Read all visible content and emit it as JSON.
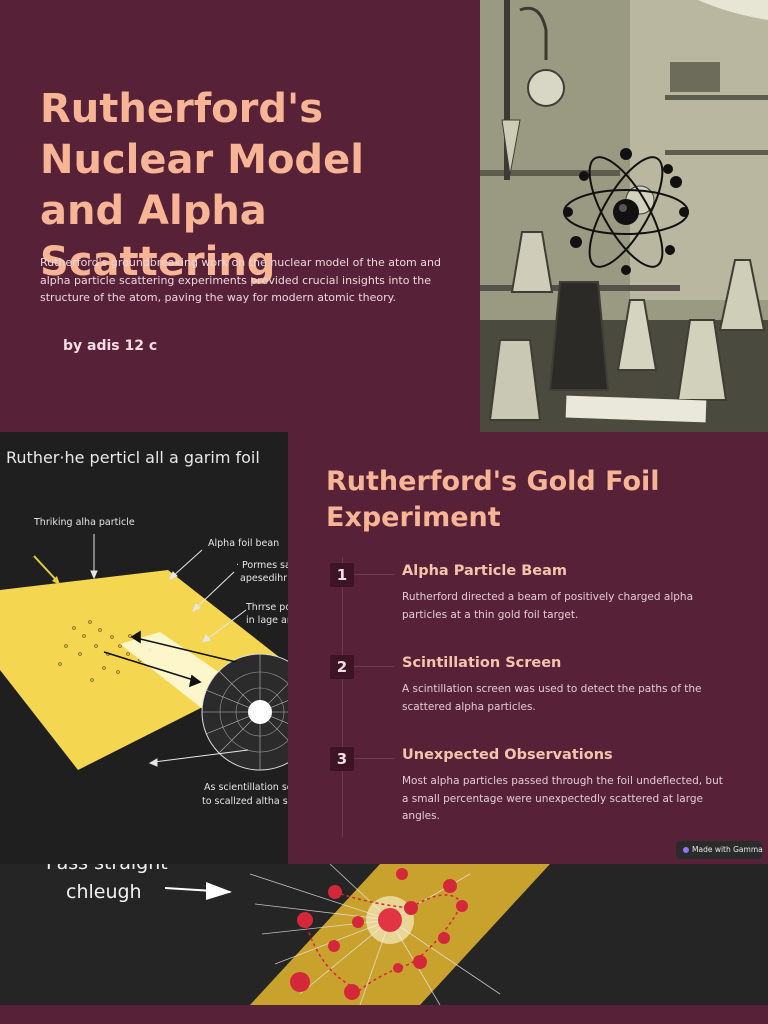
{
  "slide1": {
    "title": "Rutherford's Nuclear Model and Alpha Scattering",
    "intro": "Rutherford's groundbreaking work on the nuclear model of the atom and alpha particle scattering experiments provided crucial insights into the structure of the atom, paving the way for modern atomic theory.",
    "byline": "by adis 12 c",
    "image_alt": "vintage laboratory with flasks and atom model"
  },
  "diagram": {
    "heading": "Ruther·he perticl all a garim foil",
    "labels": {
      "thriking": "Thriking alha particle",
      "foil_bean": "Alpha foil bean",
      "pormes": "· Pormes sa",
      "apesedihr": "apesedihrl",
      "thrrse": "Thrrse po",
      "lage": "in lage ar",
      "scint1": "As scientillation sc",
      "scint2": "to scallzed altha sc"
    }
  },
  "panel": {
    "title": "Rutherford's Gold Foil Experiment",
    "steps": [
      {
        "num": "1",
        "title": "Alpha Particle Beam",
        "text": "Rutherford directed a beam of positively charged alpha particles at a thin gold foil target."
      },
      {
        "num": "2",
        "title": "Scintillation Screen",
        "text": "A scintillation screen was used to detect the paths of the scattered alpha particles."
      },
      {
        "num": "3",
        "title": "Unexpected Observations",
        "text": "Most alpha particles passed through the foil undeflected, but a small percentage were unexpectedly scattered at large angles."
      }
    ]
  },
  "badge": {
    "label": "Made with Gamma"
  },
  "bottom": {
    "line1": "Pass straight",
    "line2": "chleugh"
  },
  "colors": {
    "background": "#572237",
    "accent": "#f7b596",
    "dark": "#1f1f1f",
    "foil": "#f5d651"
  }
}
